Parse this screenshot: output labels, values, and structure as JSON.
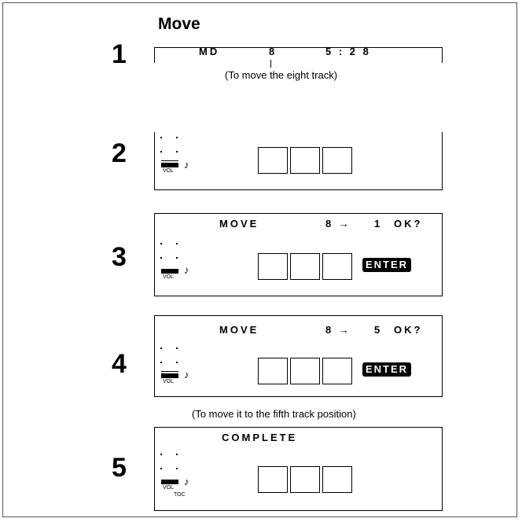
{
  "title": "Move",
  "steps": [
    {
      "number": "1",
      "lcd_mode": "MD",
      "lcd_track": "8",
      "lcd_time": "5 : 2 8",
      "caption": "(To move the eight track)"
    },
    {
      "number": "2",
      "vol_label": "VOL"
    },
    {
      "number": "3",
      "lcd_text": "MOVE",
      "lcd_move": "8 →",
      "lcd_target": "1",
      "lcd_ok": "OK?",
      "enter_label": "ENTER",
      "vol_label": "VOL"
    },
    {
      "number": "4",
      "lcd_text": "MOVE",
      "lcd_move": "8 →",
      "lcd_target": "5",
      "lcd_ok": "OK?",
      "enter_label": "ENTER",
      "vol_label": "VOL",
      "caption": "(To move it to the fifth track position)"
    },
    {
      "number": "5",
      "lcd_text": "COMPLETE",
      "vol_label": "VOL",
      "toc_label": "TOC"
    }
  ],
  "icons": {
    "note": "music-note-icon"
  }
}
